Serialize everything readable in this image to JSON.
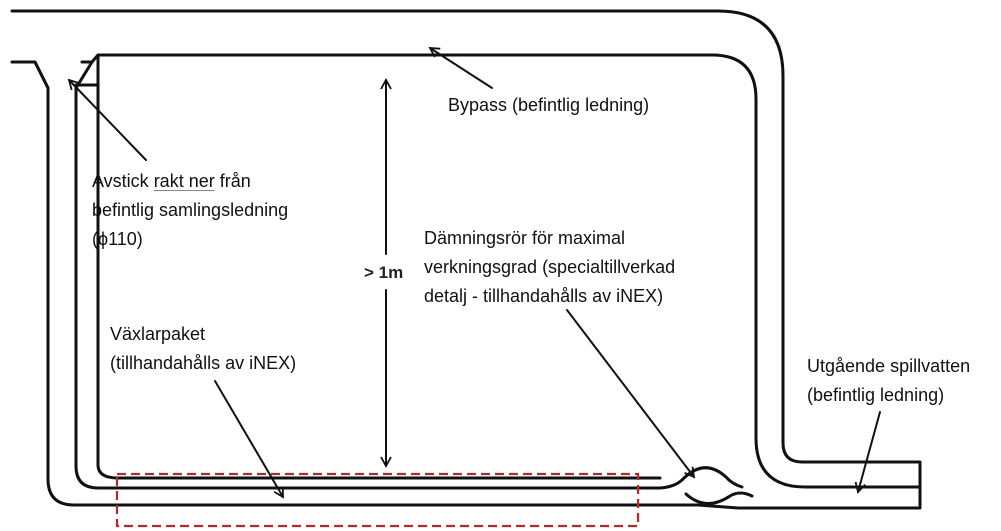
{
  "labels": {
    "bypass": "Bypass (befintlig ledning)",
    "branch": {
      "line1_a": "Avstick ",
      "line1_underlined": "rakt ner",
      "line1_b": " från",
      "line2": "befintlig samlingsledning",
      "line3": "(ϕ110)"
    },
    "damming": {
      "line1": "Dämningsrör för maximal",
      "line2": "verkningsgrad (specialtillverkad",
      "line3": "detalj - tillhandahålls av iNEX)"
    },
    "exchanger": {
      "line1": "Växlarpaket",
      "line2": "(tillhandahålls av iNEX)"
    },
    "outlet": {
      "line1": "Utgående spillvatten",
      "line2": "(befintlig ledning)"
    },
    "height": "> 1m"
  },
  "colors": {
    "line": "#111111",
    "exchanger_box": "#b22a2a"
  }
}
